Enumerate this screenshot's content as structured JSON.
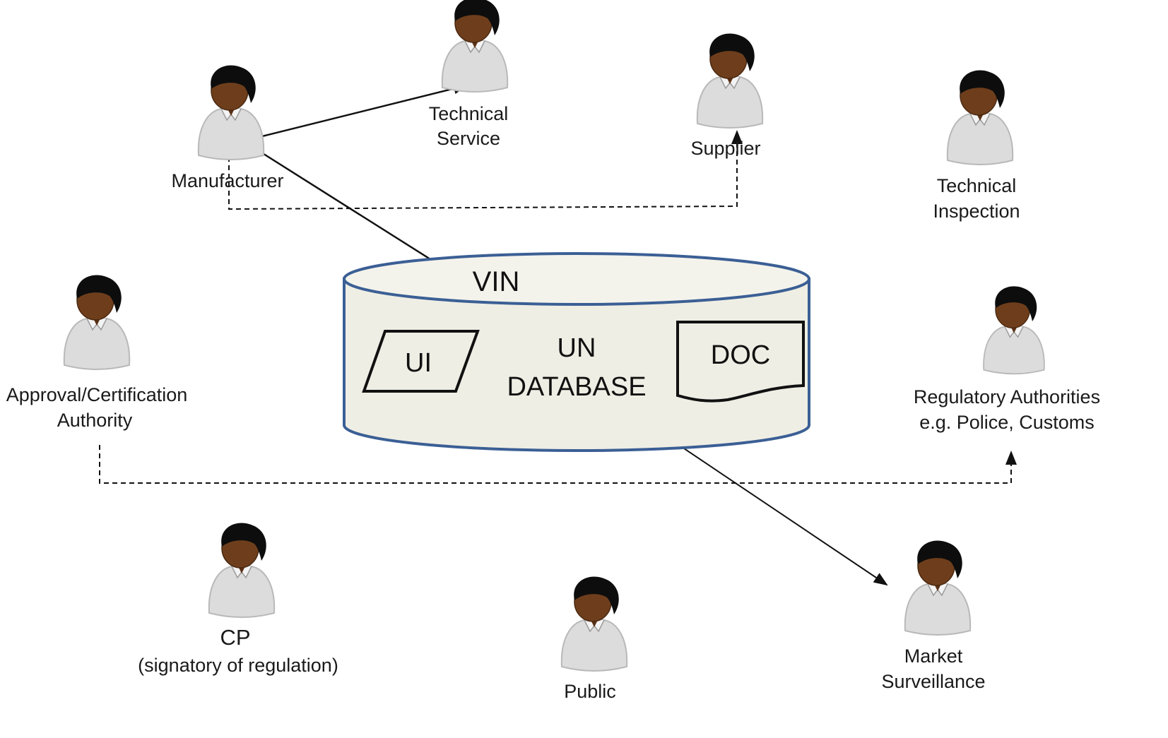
{
  "actors": [
    {
      "id": "manufacturer",
      "lines": [
        "Manufacturer"
      ]
    },
    {
      "id": "technical-service",
      "lines": [
        "Technical",
        "Service"
      ]
    },
    {
      "id": "supplier",
      "lines": [
        "Supplier"
      ]
    },
    {
      "id": "technical-inspection",
      "lines": [
        "Technical",
        "Inspection"
      ]
    },
    {
      "id": "approval-authority",
      "lines": [
        "Approval/Certification",
        "Authority"
      ]
    },
    {
      "id": "regulatory-authorities",
      "lines": [
        "Regulatory Authorities",
        "e.g. Police, Customs"
      ]
    },
    {
      "id": "cp",
      "lines": [
        "CP",
        "(signatory of regulation)"
      ]
    },
    {
      "id": "public",
      "lines": [
        "Public"
      ]
    },
    {
      "id": "market-surveillance",
      "lines": [
        "Market",
        "Surveillance"
      ]
    }
  ],
  "database": {
    "title_lines": [
      "UN",
      "DATABASE"
    ],
    "vin_label": "VIN",
    "ui_label": "UI",
    "doc_label": "DOC"
  },
  "colors": {
    "cylinder_fill": "#efeee4",
    "cylinder_top": "#f4f3eb",
    "cylinder_border": "#3b5f95",
    "arrow": "#111111",
    "person_skin": "#6e3e1c",
    "person_hair": "#0d0d0d",
    "person_shirt": "#dcdcdc"
  }
}
